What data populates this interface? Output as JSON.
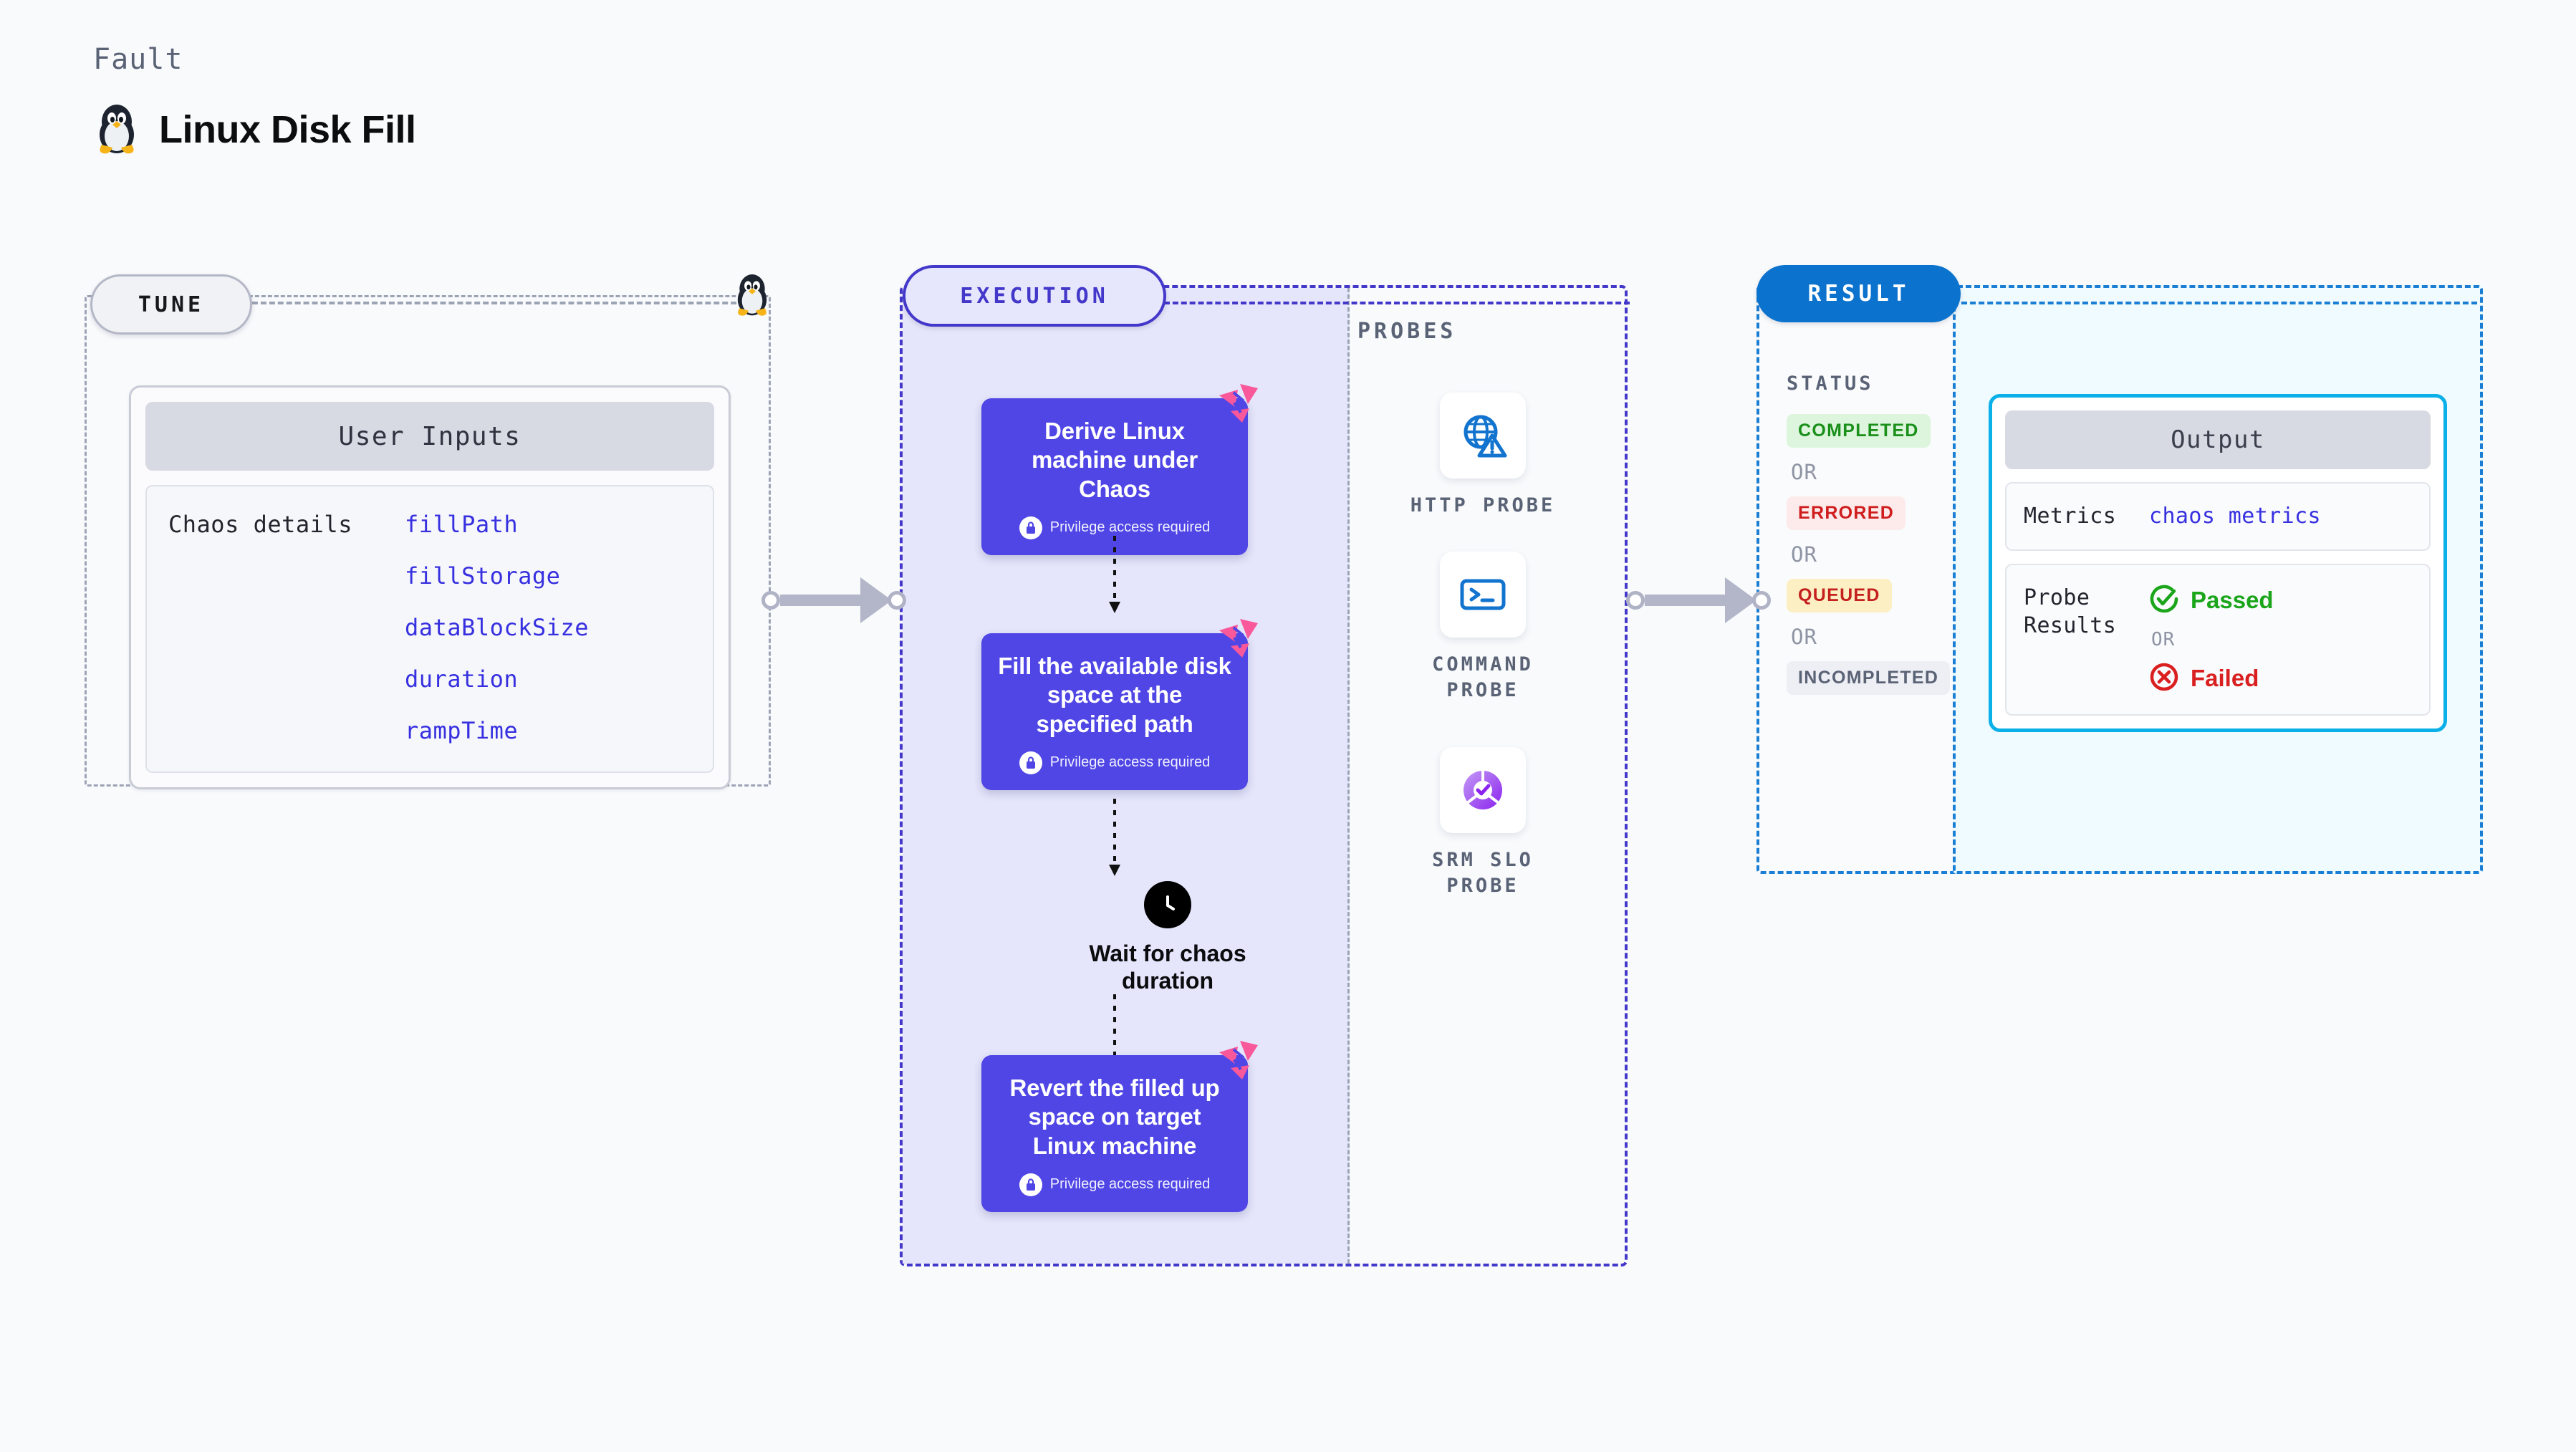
{
  "header": {
    "kind_label": "Fault",
    "title": "Linux Disk Fill",
    "icon": "tux-penguin-icon"
  },
  "tune": {
    "pill_label": "TUNE",
    "card": {
      "header": "User Inputs",
      "row_label": "Chaos details",
      "params": [
        "fillPath",
        "fillStorage",
        "dataBlockSize",
        "duration",
        "rampTime"
      ]
    }
  },
  "execution": {
    "pill_label": "EXECUTION",
    "privilege_note": "Privilege access required",
    "steps": [
      {
        "title": "Derive Linux machine under Chaos",
        "privileged": true,
        "badge": "litmus-chaos-icon"
      },
      {
        "title": "Fill the available disk space at the specified path",
        "privileged": true,
        "badge": "litmus-chaos-icon"
      }
    ],
    "wait_node": {
      "label": "Wait for chaos duration",
      "icon": "clock-icon"
    },
    "final_step": {
      "title": "Revert the filled up space on target Linux machine",
      "privileged": true,
      "badge": "litmus-chaos-icon"
    }
  },
  "probes": {
    "section_label": "PROBES",
    "items": [
      {
        "name": "HTTP PROBE",
        "icon": "globe-warning-icon",
        "color": "#1274cf"
      },
      {
        "name": "COMMAND PROBE",
        "icon": "terminal-icon",
        "color": "#1274cf"
      },
      {
        "name": "SRM SLO PROBE",
        "icon": "slo-donut-check-icon",
        "color": "#9333ea"
      }
    ]
  },
  "result": {
    "pill_label": "RESULT",
    "status_label": "STATUS",
    "or_label": "OR",
    "statuses": [
      {
        "text": "COMPLETED",
        "bg": "#dcf5dc",
        "fg": "#1a8f1a"
      },
      {
        "text": "ERRORED",
        "bg": "#fdeaea",
        "fg": "#cf1d1d"
      },
      {
        "text": "QUEUED",
        "bg": "#fdefc4",
        "fg": "#c4201e"
      },
      {
        "text": "INCOMPLETED",
        "bg": "#eeeff4",
        "fg": "#5a6376"
      }
    ]
  },
  "output": {
    "header": "Output",
    "metrics_key": "Metrics",
    "metrics_value": "chaos metrics",
    "probe_results_key": "Probe Results",
    "or_label": "OR",
    "passed_label": "Passed",
    "failed_label": "Failed",
    "passed_color": "#1aa51a",
    "failed_color": "#d91f1f"
  },
  "colors": {
    "indigo": "#4f46e5",
    "pink": "#f9589a",
    "blue": "#0b72cd",
    "cyan": "#0cb0e8"
  }
}
